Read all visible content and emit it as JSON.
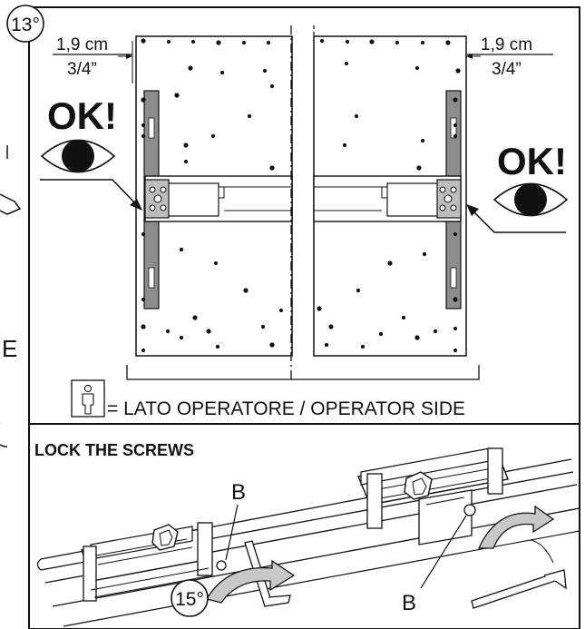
{
  "step_top": "13°",
  "step_bottom": "15°",
  "offset_left": {
    "metric": "1,9 cm",
    "imperial": "3/4”"
  },
  "offset_right": {
    "metric": "1,9 cm",
    "imperial": "3/4”"
  },
  "ok_label_left": "OK!",
  "ok_label_right": "OK!",
  "operator_side": "= LATO OPERATORE / OPERATOR SIDE",
  "lock_title": "LOCK THE SCREWS",
  "label_b_left": "B",
  "label_b_right": "B",
  "margin_letter": "E"
}
